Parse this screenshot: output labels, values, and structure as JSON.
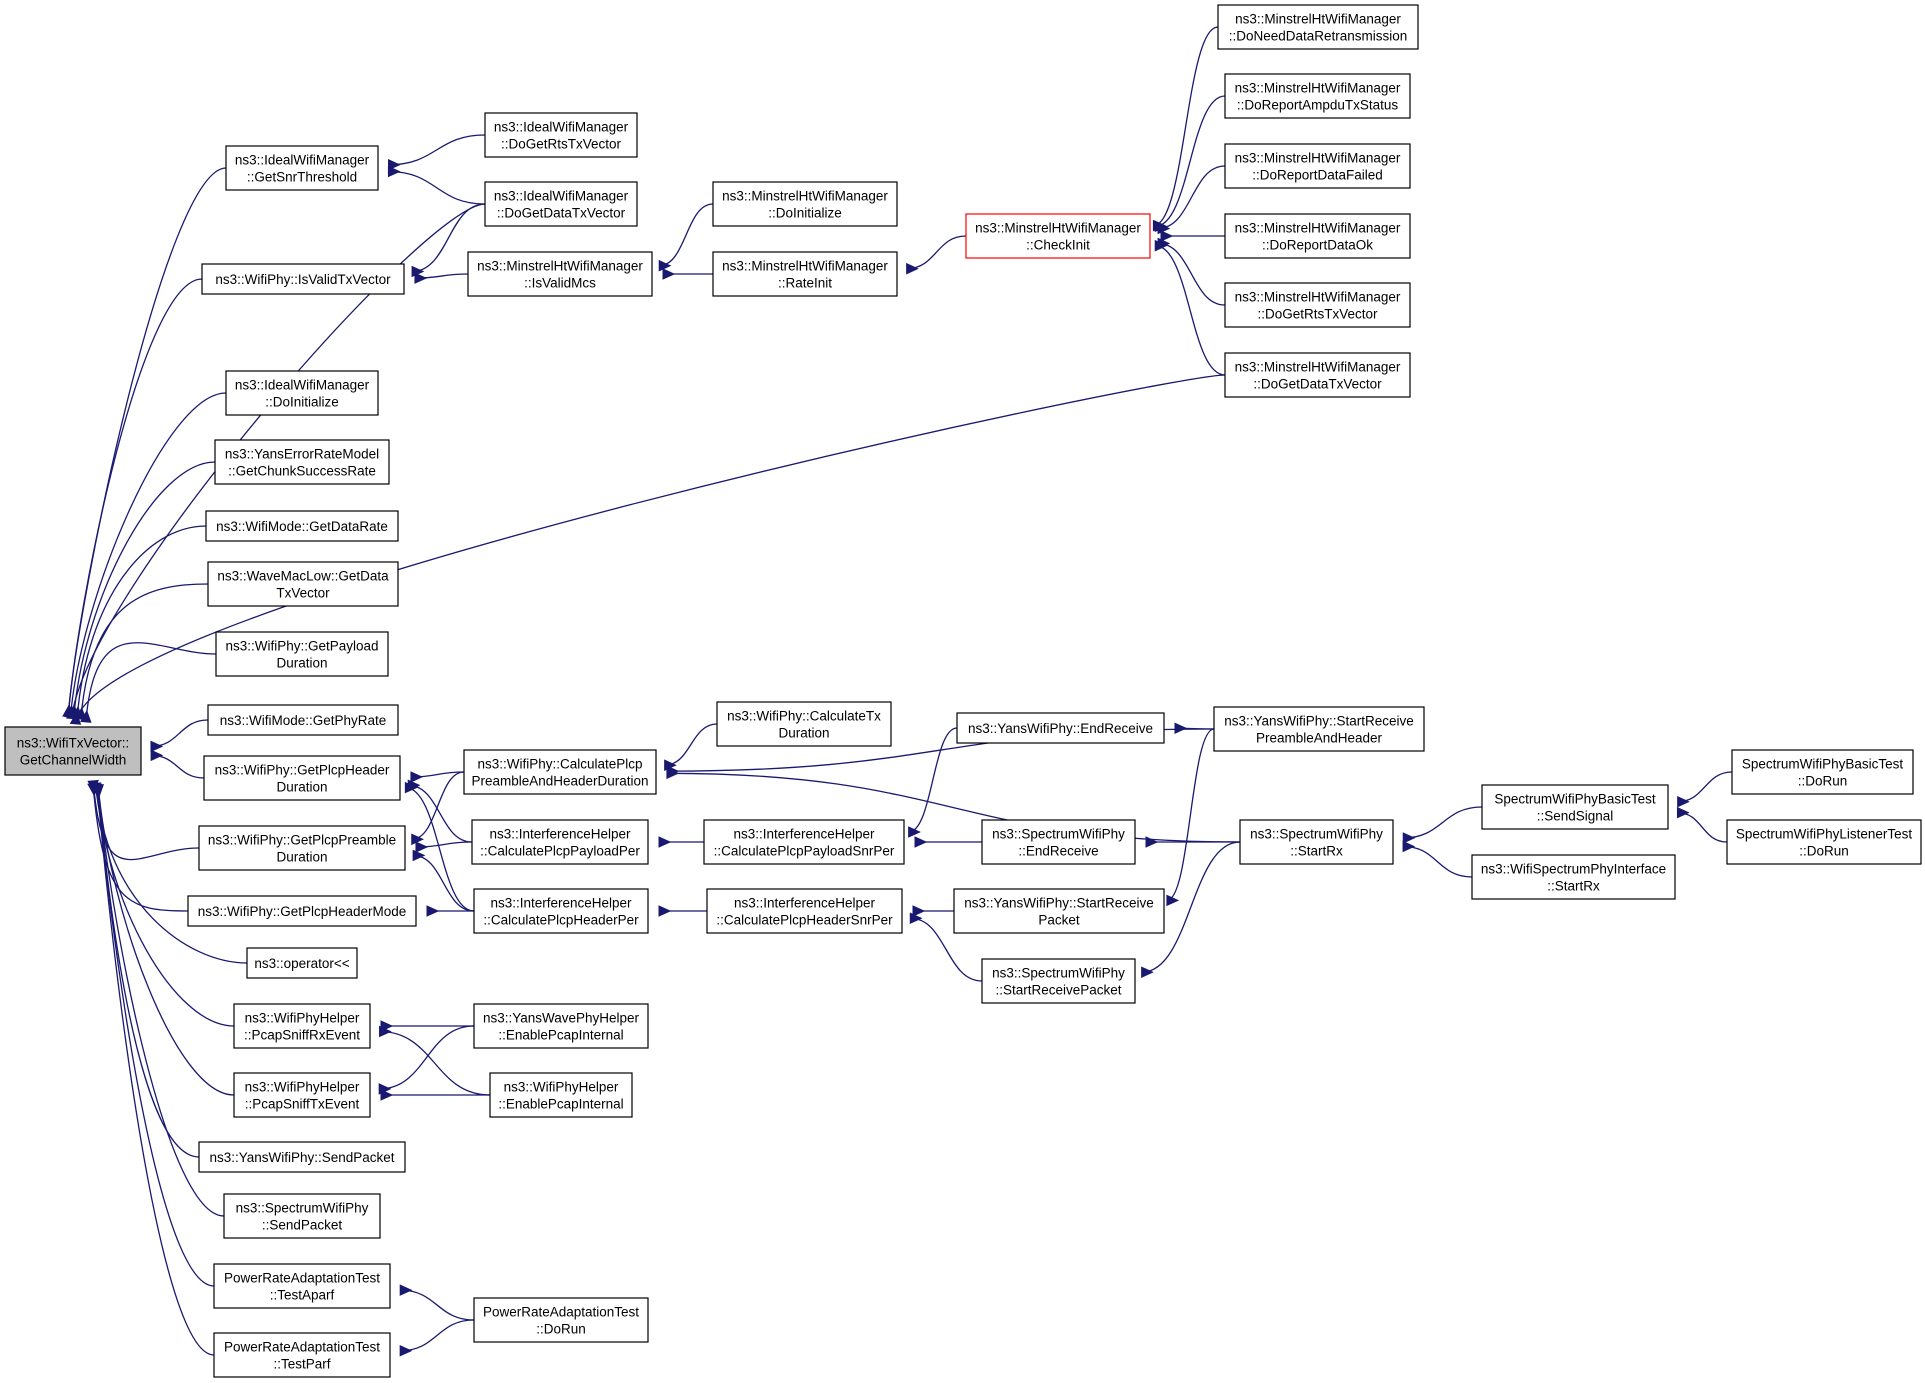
{
  "colors": {
    "edge": "#191970",
    "node_border": "#000000",
    "root_fill": "#bfbfbf",
    "highlight_border": "#ff0000"
  },
  "nodes": [
    {
      "id": "root",
      "lines": [
        "ns3::WifiTxVector::",
        "GetChannelWidth"
      ],
      "root": true
    },
    {
      "id": "ideal_getsnr",
      "lines": [
        "ns3::IdealWifiManager",
        "::GetSnrThreshold"
      ]
    },
    {
      "id": "isvalidtx",
      "lines": [
        "ns3::WifiPhy::IsValidTxVector"
      ]
    },
    {
      "id": "ideal_doinit",
      "lines": [
        "ns3::IdealWifiManager",
        "::DoInitialize"
      ]
    },
    {
      "id": "yans_err",
      "lines": [
        "ns3::YansErrorRateModel",
        "::GetChunkSuccessRate"
      ]
    },
    {
      "id": "mode_datarate",
      "lines": [
        "ns3::WifiMode::GetDataRate"
      ]
    },
    {
      "id": "wavemac",
      "lines": [
        "ns3::WaveMacLow::GetData",
        "TxVector"
      ]
    },
    {
      "id": "getpayload",
      "lines": [
        "ns3::WifiPhy::GetPayload",
        "Duration"
      ]
    },
    {
      "id": "mode_phyrate",
      "lines": [
        "ns3::WifiMode::GetPhyRate"
      ]
    },
    {
      "id": "plcpheaderdur",
      "lines": [
        "ns3::WifiPhy::GetPlcpHeader",
        "Duration"
      ]
    },
    {
      "id": "plcppreambledur",
      "lines": [
        "ns3::WifiPhy::GetPlcpPreamble",
        "Duration"
      ]
    },
    {
      "id": "plcpheadermode",
      "lines": [
        "ns3::WifiPhy::GetPlcpHeaderMode"
      ]
    },
    {
      "id": "operator",
      "lines": [
        "ns3::operator<<"
      ]
    },
    {
      "id": "pcaprx",
      "lines": [
        "ns3::WifiPhyHelper",
        "::PcapSniffRxEvent"
      ]
    },
    {
      "id": "pcaptx",
      "lines": [
        "ns3::WifiPhyHelper",
        "::PcapSniffTxEvent"
      ]
    },
    {
      "id": "yans_send",
      "lines": [
        "ns3::YansWifiPhy::SendPacket"
      ]
    },
    {
      "id": "spec_send",
      "lines": [
        "ns3::SpectrumWifiPhy",
        "::SendPacket"
      ]
    },
    {
      "id": "testaparf",
      "lines": [
        "PowerRateAdaptationTest",
        "::TestAparf"
      ]
    },
    {
      "id": "testparf",
      "lines": [
        "PowerRateAdaptationTest",
        "::TestParf"
      ]
    },
    {
      "id": "ideal_rts",
      "lines": [
        "ns3::IdealWifiManager",
        "::DoGetRtsTxVector"
      ]
    },
    {
      "id": "ideal_data",
      "lines": [
        "ns3::IdealWifiManager",
        "::DoGetDataTxVector"
      ]
    },
    {
      "id": "minstrel_isvalid",
      "lines": [
        "ns3::MinstrelHtWifiManager",
        "::IsValidMcs"
      ]
    },
    {
      "id": "minstrel_doinit",
      "lines": [
        "ns3::MinstrelHtWifiManager",
        "::DoInitialize"
      ]
    },
    {
      "id": "minstrel_rateinit",
      "lines": [
        "ns3::MinstrelHtWifiManager",
        "::RateInit"
      ]
    },
    {
      "id": "minstrel_checkinit",
      "lines": [
        "ns3::MinstrelHtWifiManager",
        "::CheckInit"
      ],
      "highlight": true
    },
    {
      "id": "minstrel_needdata",
      "lines": [
        "ns3::MinstrelHtWifiManager",
        "::DoNeedDataRetransmission"
      ]
    },
    {
      "id": "minstrel_ampdu",
      "lines": [
        "ns3::MinstrelHtWifiManager",
        "::DoReportAmpduTxStatus"
      ]
    },
    {
      "id": "minstrel_failed",
      "lines": [
        "ns3::MinstrelHtWifiManager",
        "::DoReportDataFailed"
      ]
    },
    {
      "id": "minstrel_ok",
      "lines": [
        "ns3::MinstrelHtWifiManager",
        "::DoReportDataOk"
      ]
    },
    {
      "id": "minstrel_rts",
      "lines": [
        "ns3::MinstrelHtWifiManager",
        "::DoGetRtsTxVector"
      ]
    },
    {
      "id": "minstrel_data",
      "lines": [
        "ns3::MinstrelHtWifiManager",
        "::DoGetDataTxVector"
      ]
    },
    {
      "id": "calcplcp",
      "lines": [
        "ns3::WifiPhy::CalculatePlcp",
        "PreambleAndHeaderDuration"
      ]
    },
    {
      "id": "calctx",
      "lines": [
        "ns3::WifiPhy::CalculateTx",
        "Duration"
      ]
    },
    {
      "id": "ih_payloadper",
      "lines": [
        "ns3::InterferenceHelper",
        "::CalculatePlcpPayloadPer"
      ]
    },
    {
      "id": "ih_headerper",
      "lines": [
        "ns3::InterferenceHelper",
        "::CalculatePlcpHeaderPer"
      ]
    },
    {
      "id": "ih_payloadsnr",
      "lines": [
        "ns3::InterferenceHelper",
        "::CalculatePlcpPayloadSnrPer"
      ]
    },
    {
      "id": "ih_headersnr",
      "lines": [
        "ns3::InterferenceHelper",
        "::CalculatePlcpHeaderSnrPer"
      ]
    },
    {
      "id": "yans_endrx",
      "lines": [
        "ns3::YansWifiPhy::EndReceive"
      ]
    },
    {
      "id": "spec_endrx",
      "lines": [
        "ns3::SpectrumWifiPhy",
        "::EndReceive"
      ]
    },
    {
      "id": "yans_startrxpkt",
      "lines": [
        "ns3::YansWifiPhy::StartReceive",
        "Packet"
      ]
    },
    {
      "id": "spec_startrxpkt",
      "lines": [
        "ns3::SpectrumWifiPhy",
        "::StartReceivePacket"
      ]
    },
    {
      "id": "yans_startrxpre",
      "lines": [
        "ns3::YansWifiPhy::StartReceive",
        "PreambleAndHeader"
      ]
    },
    {
      "id": "spec_startrx",
      "lines": [
        "ns3::SpectrumWifiPhy",
        "::StartRx"
      ]
    },
    {
      "id": "basic_sendsignal",
      "lines": [
        "SpectrumWifiPhyBasicTest",
        "::SendSignal"
      ]
    },
    {
      "id": "wifispec_startrx",
      "lines": [
        "ns3::WifiSpectrumPhyInterface",
        "::StartRx"
      ]
    },
    {
      "id": "basic_dorun",
      "lines": [
        "SpectrumWifiPhyBasicTest",
        "::DoRun"
      ]
    },
    {
      "id": "listener_dorun",
      "lines": [
        "SpectrumWifiPhyListenerTest",
        "::DoRun"
      ]
    },
    {
      "id": "yanswave_pcap",
      "lines": [
        "ns3::YansWavePhyHelper",
        "::EnablePcapInternal"
      ]
    },
    {
      "id": "wifihelper_pcap",
      "lines": [
        "ns3::WifiPhyHelper",
        "::EnablePcapInternal"
      ]
    },
    {
      "id": "pra_dorun",
      "lines": [
        "PowerRateAdaptationTest",
        "::DoRun"
      ]
    }
  ]
}
